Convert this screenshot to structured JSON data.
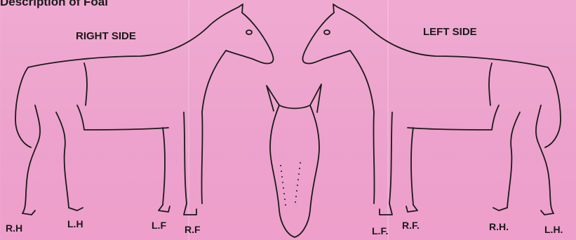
{
  "header": {
    "title": "Description of Foal"
  },
  "diagram": {
    "right_side": {
      "heading": "RIGHT SIDE",
      "legs": [
        "R.H",
        "L.H",
        "L.F",
        "R.F"
      ]
    },
    "left_side": {
      "heading": "LEFT SIDE",
      "legs": [
        "L.F.",
        "R.F.",
        "R.H.",
        "L.H."
      ]
    }
  },
  "colors": {
    "paper": "#eea6cf",
    "ink": "#1a1a1a"
  }
}
